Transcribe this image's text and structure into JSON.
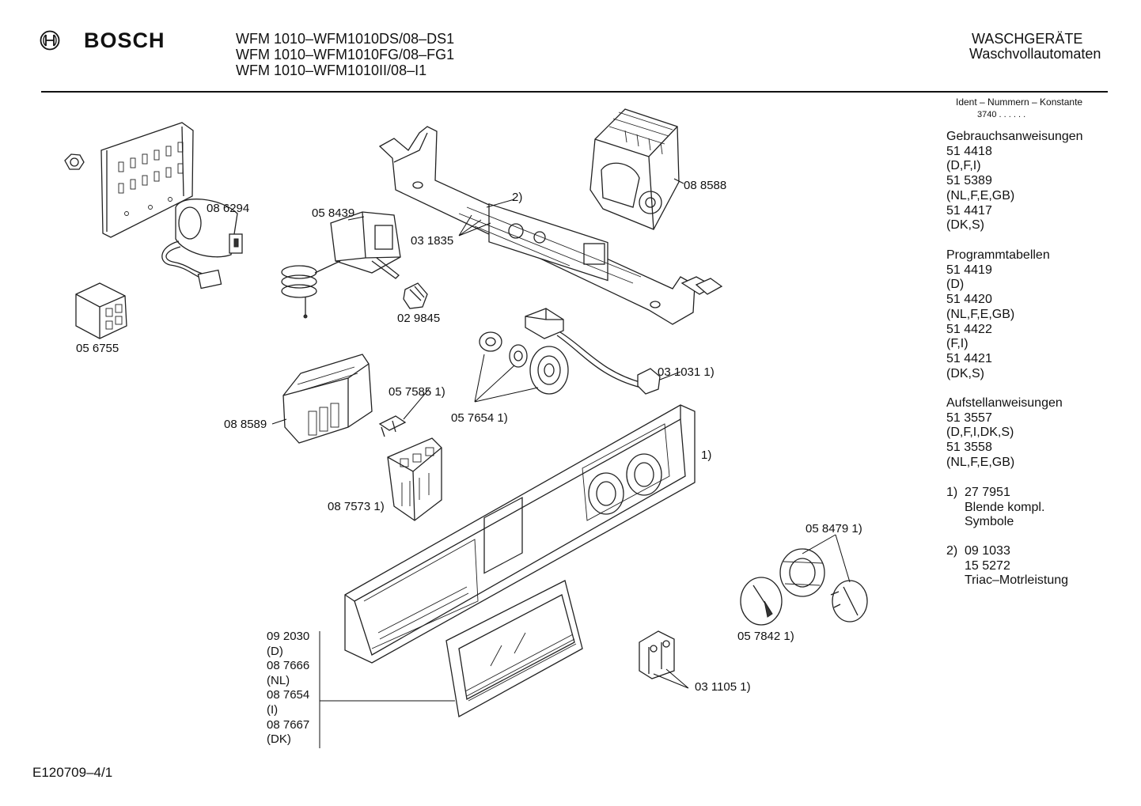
{
  "header": {
    "brand": "BOSCH",
    "models": [
      "WFM 1010–WFM1010DS/08–DS1",
      "WFM 1010–WFM1010FG/08–FG1",
      "WFM 1010–WFM1010II/08–I1"
    ],
    "category": "WASCHGERÄTE",
    "subcategory": "Waschvollautomaten"
  },
  "sidebar": {
    "ident_label": "Ident – Nummern – Konstante",
    "ident_value": "3740  .  .  .  .  .  .",
    "sections": [
      {
        "title": "Gebrauchsanweisungen",
        "lines": [
          "51 4418",
          "(D,F,I)",
          "51 5389",
          "(NL,F,E,GB)",
          "51 4417",
          "(DK,S)"
        ]
      },
      {
        "title": "Programmtabellen",
        "lines": [
          "51 4419",
          "(D)",
          "51 4420",
          "(NL,F,E,GB)",
          "51 4422",
          "(F,I)",
          "51 4421",
          "(DK,S)"
        ]
      },
      {
        "title": "Aufstellanweisungen",
        "lines": [
          "51 3557",
          "(D,F,I,DK,S)",
          "51 3558",
          "(NL,F,E,GB)"
        ]
      }
    ],
    "notes": [
      {
        "marker": "1)",
        "lines": [
          "27 7951",
          "Blende kompl.",
          "Symbole"
        ]
      },
      {
        "marker": "2)",
        "lines": [
          "09 1033",
          "15 5272",
          "Triac–Motrleistung"
        ]
      }
    ]
  },
  "parts": {
    "p086294": "08 6294",
    "p056755": "05 6755",
    "p058439": "05 8439",
    "p031835": "03 1835",
    "p029845": "02 9845",
    "note2": "2)",
    "p088588": "08 8588",
    "p088589": "08 8589",
    "p057585": "05 7585 1)",
    "p057654": "05 7654 1)",
    "p031031": "03 1031 1)",
    "note1": "1)",
    "p087573": "08 7573 1)",
    "p058479": "05 8479 1)",
    "p057842": "05 7842 1)",
    "p031105": "03 1105 1)"
  },
  "variants": [
    "09 2030",
    "(D)",
    "08 7666",
    "(NL)",
    "08 7654",
    "(I)",
    "08 7667",
    "(DK)"
  ],
  "footer": {
    "code": "E120709–4/1"
  }
}
